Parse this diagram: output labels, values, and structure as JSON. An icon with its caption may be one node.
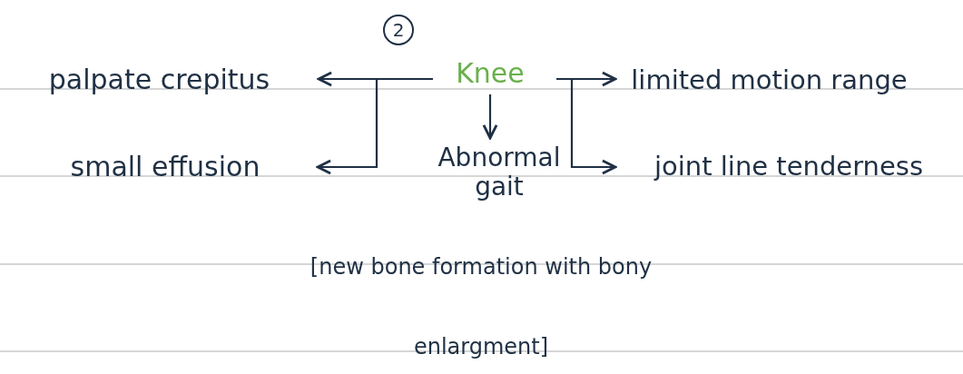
{
  "diagram": {
    "nodes": [
      {
        "text": [
          "2"
        ]
      },
      {
        "text": [
          "Knee"
        ]
      },
      {
        "text": [
          "palpate crepitus"
        ]
      },
      {
        "text": [
          "small effusion"
        ]
      },
      {
        "text": [
          "limited motion range"
        ]
      },
      {
        "text": [
          "joint line tenderness"
        ]
      },
      {
        "text": [
          "Abnormal gait"
        ]
      }
    ],
    "edges": [
      {
        "from": 1,
        "to": 2,
        "arrow": "to"
      },
      {
        "from": 1,
        "to": 3,
        "arrow": "to"
      },
      {
        "from": 1,
        "to": 6,
        "arrow": "to"
      },
      {
        "from": 1,
        "to": 4,
        "arrow": "to"
      },
      {
        "from": 1,
        "to": 5,
        "arrow": "to"
      }
    ],
    "labels": [
      "[new bone formation with bony enlargment]"
    ]
  }
}
